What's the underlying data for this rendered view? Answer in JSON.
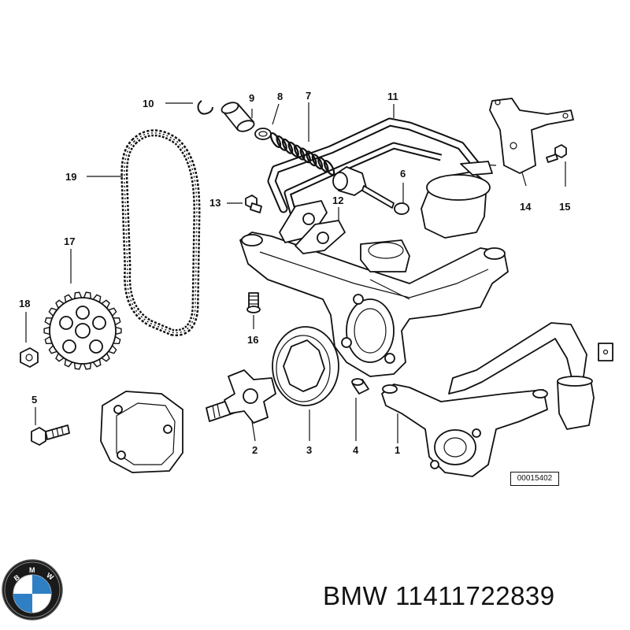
{
  "diagram": {
    "callouts": [
      {
        "id": "c1",
        "label": "1"
      },
      {
        "id": "c2",
        "label": "2"
      },
      {
        "id": "c3",
        "label": "3"
      },
      {
        "id": "c4",
        "label": "4"
      },
      {
        "id": "c5",
        "label": "5"
      },
      {
        "id": "c6",
        "label": "6"
      },
      {
        "id": "c7",
        "label": "7"
      },
      {
        "id": "c8",
        "label": "8"
      },
      {
        "id": "c9",
        "label": "9"
      },
      {
        "id": "c10",
        "label": "10"
      },
      {
        "id": "c11",
        "label": "11"
      },
      {
        "id": "c12",
        "label": "12"
      },
      {
        "id": "c13",
        "label": "13"
      },
      {
        "id": "c14",
        "label": "14"
      },
      {
        "id": "c15",
        "label": "15"
      },
      {
        "id": "c16",
        "label": "16"
      },
      {
        "id": "c17",
        "label": "17"
      },
      {
        "id": "c18",
        "label": "18"
      },
      {
        "id": "c19",
        "label": "19"
      }
    ],
    "diagram_code": "00015402"
  },
  "caption": {
    "brand": "BMW",
    "part_number": "11411722839"
  },
  "logo": {
    "letters": "BMW",
    "colors": {
      "blue": "#2f7fc4",
      "white": "#ffffff",
      "ring": "#1a1a1a"
    }
  }
}
